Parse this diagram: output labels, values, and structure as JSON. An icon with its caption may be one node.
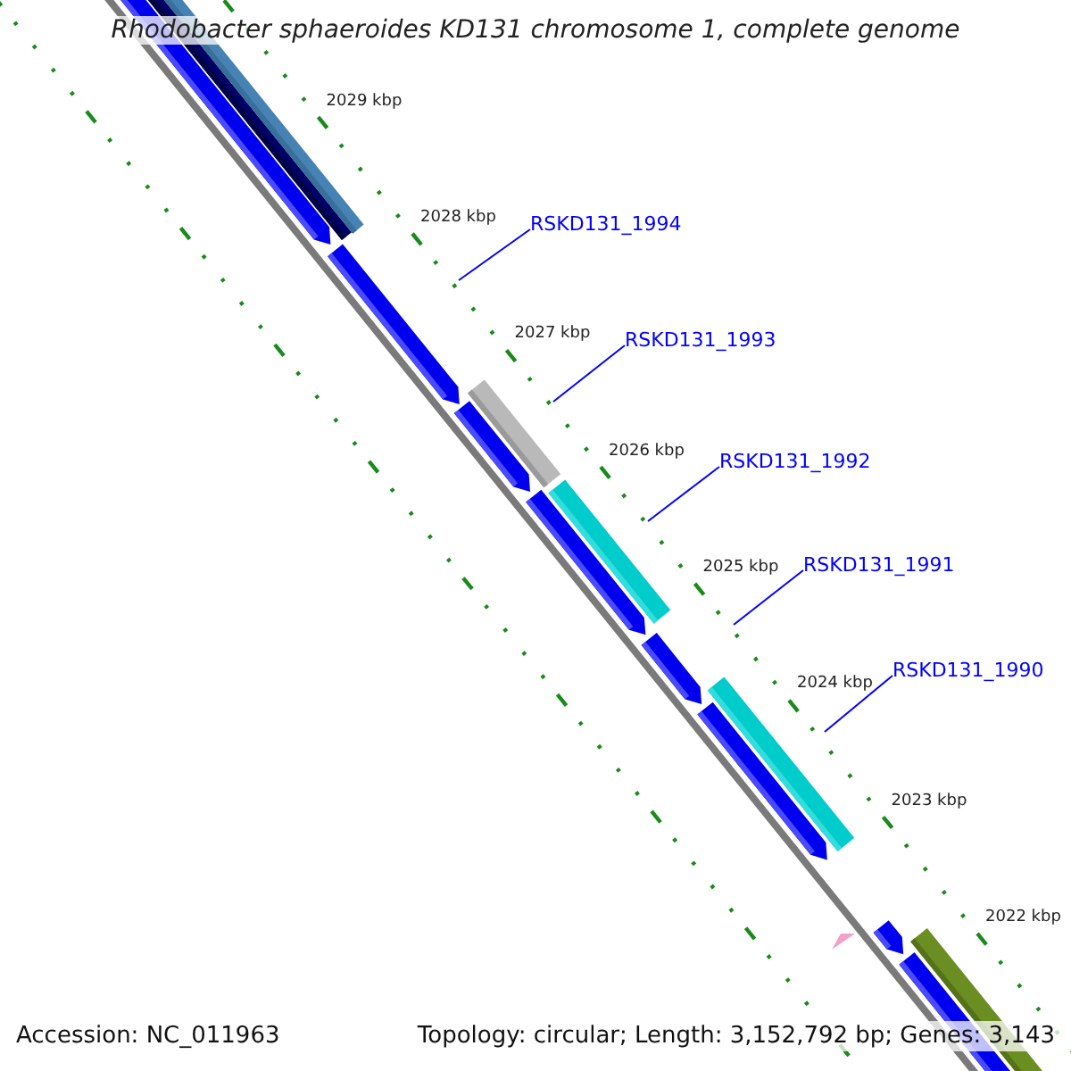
{
  "diagram": {
    "title": "Rhodobacter sphaeroides KD131 chromosome 1, complete genome",
    "nodes": [
      {
        "text": [
          "RSKD131_1994"
        ]
      },
      {
        "text": [
          "RSKD131_1993"
        ]
      },
      {
        "text": [
          "RSKD131_1992"
        ]
      },
      {
        "text": [
          "RSKD131_1991"
        ]
      },
      {
        "text": [
          "RSKD131_1990"
        ]
      }
    ],
    "edges": [
      {
        "from": 0,
        "to": null,
        "arrow": "none"
      },
      {
        "from": 1,
        "to": null,
        "arrow": "none"
      },
      {
        "from": 2,
        "to": null,
        "arrow": "none"
      },
      {
        "from": 3,
        "to": null,
        "arrow": "none"
      },
      {
        "from": 4,
        "to": null,
        "arrow": "none"
      }
    ],
    "labels": [
      "2029 kbp",
      "2028 kbp",
      "2027 kbp",
      "2026 kbp",
      "2025 kbp",
      "2024 kbp",
      "2023 kbp",
      "2022 kbp",
      "Accession: NC_011963",
      "Topology: circular; Length: 3,152,792 bp; Genes: 3,143"
    ]
  }
}
